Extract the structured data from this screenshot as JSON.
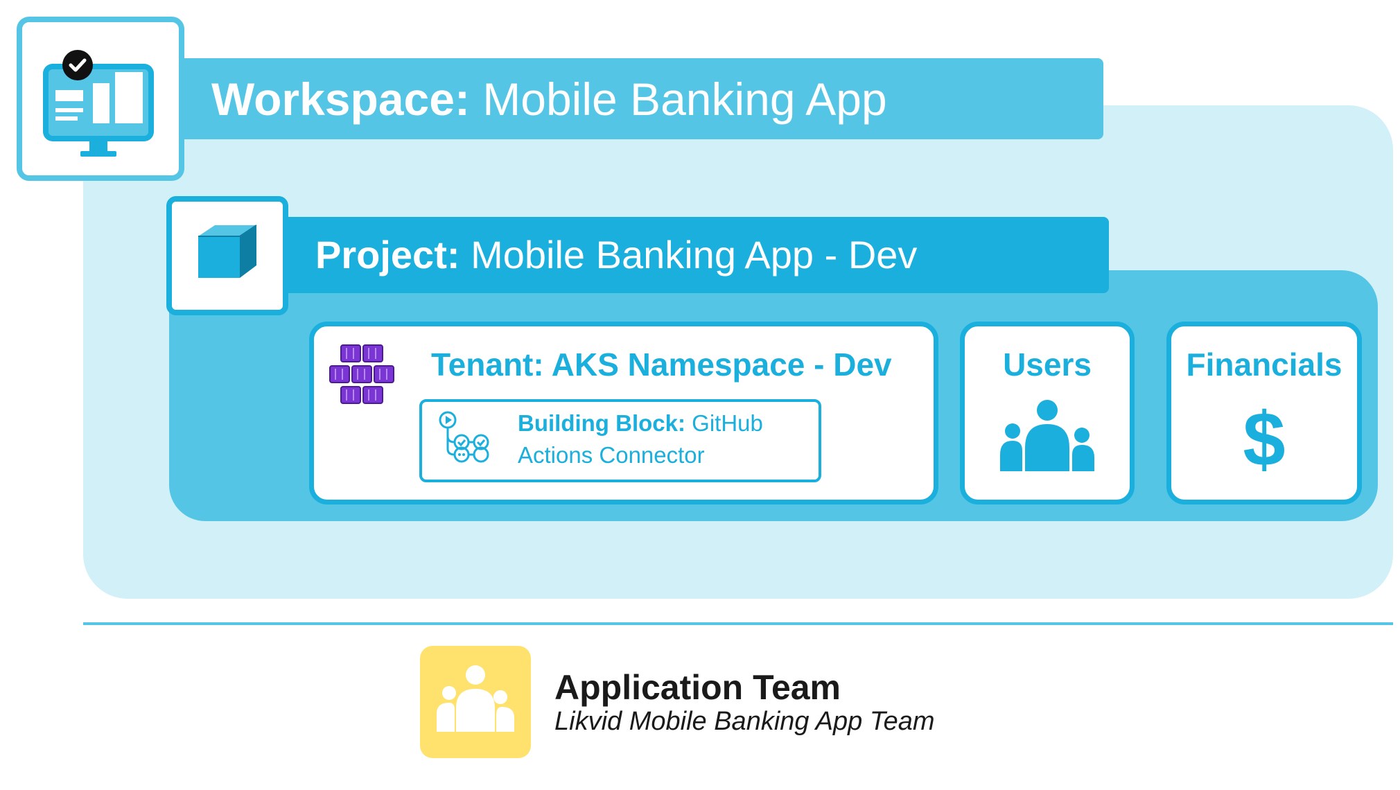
{
  "workspace": {
    "label": "Workspace:",
    "name": "Mobile Banking App",
    "icon": "monitor-dashboard-icon"
  },
  "project": {
    "label": "Project:",
    "name": "Mobile Banking App - Dev",
    "icon": "cube-icon"
  },
  "tenant": {
    "title": "Tenant: AKS Namespace - Dev",
    "icon": "aks-containers-icon",
    "building_block": {
      "label": "Building Block:",
      "name": "GitHub Actions Connector",
      "icon": "github-actions-workflow-icon"
    }
  },
  "users": {
    "title": "Users",
    "icon": "people-group-icon"
  },
  "financials": {
    "title": "Financials",
    "symbol": "$"
  },
  "team": {
    "name": "Application Team",
    "description": "Likvid Mobile Banking App Team",
    "icon": "people-group-icon"
  },
  "colors": {
    "light_blue": "#d2f0f8",
    "mid_blue": "#55c5e6",
    "dark_blue": "#1aafdc",
    "purple": "#7b35d4",
    "yellow": "#ffe26e"
  }
}
